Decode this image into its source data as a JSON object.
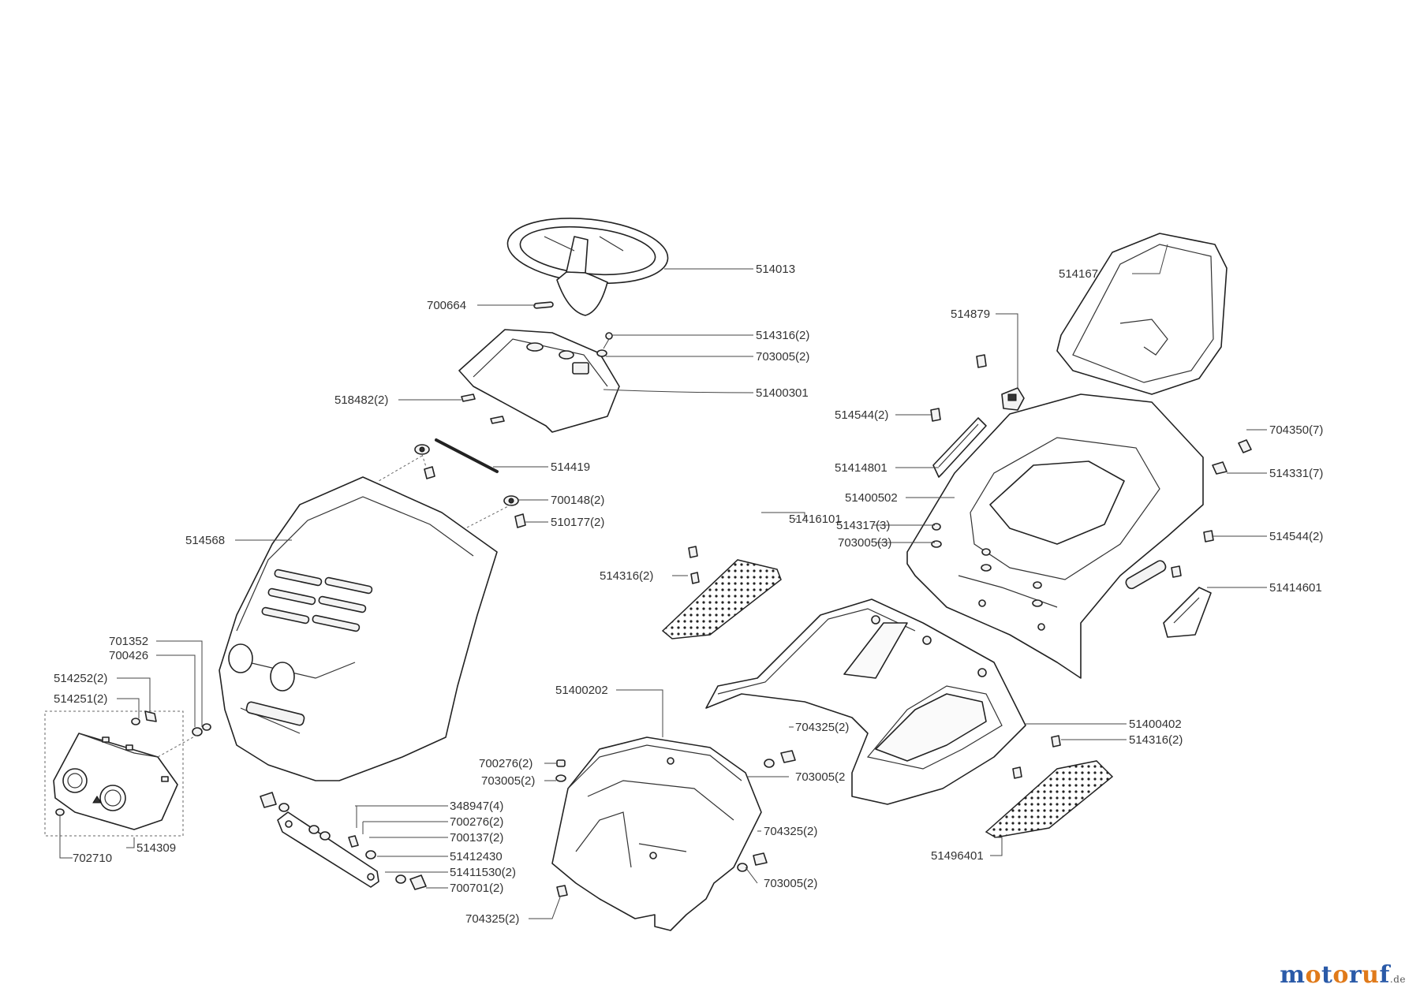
{
  "labels": [
    {
      "id": "514013",
      "text": "514013"
    },
    {
      "id": "700664",
      "text": "700664"
    },
    {
      "id": "514316-a",
      "text": "514316(2)"
    },
    {
      "id": "703005-a",
      "text": "703005(2)"
    },
    {
      "id": "518482",
      "text": "518482(2)"
    },
    {
      "id": "51400301",
      "text": "51400301"
    },
    {
      "id": "514419",
      "text": "514419"
    },
    {
      "id": "700148",
      "text": "700148(2)"
    },
    {
      "id": "510177",
      "text": "510177(2)"
    },
    {
      "id": "514568",
      "text": "514568"
    },
    {
      "id": "701352",
      "text": "701352"
    },
    {
      "id": "700426",
      "text": "700426"
    },
    {
      "id": "514252",
      "text": "514252(2)"
    },
    {
      "id": "514251",
      "text": "514251(2)"
    },
    {
      "id": "702710",
      "text": "702710"
    },
    {
      "id": "514309",
      "text": "514309"
    },
    {
      "id": "348947",
      "text": "348947(4)"
    },
    {
      "id": "700276-a",
      "text": "700276(2)"
    },
    {
      "id": "700137",
      "text": "700137(2)"
    },
    {
      "id": "51412430",
      "text": "51412430"
    },
    {
      "id": "51411530",
      "text": "51411530(2)"
    },
    {
      "id": "700701",
      "text": "700701(2)"
    },
    {
      "id": "51400202",
      "text": "51400202"
    },
    {
      "id": "700276-b",
      "text": "700276(2)"
    },
    {
      "id": "703005-b",
      "text": "703005(2)"
    },
    {
      "id": "704325-a",
      "text": "704325(2)"
    },
    {
      "id": "703005-c",
      "text": "703005(2"
    },
    {
      "id": "704325-b",
      "text": "704325(2)"
    },
    {
      "id": "703005-d",
      "text": "703005(2)"
    },
    {
      "id": "704325-c",
      "text": "704325(2)"
    },
    {
      "id": "514167",
      "text": "514167"
    },
    {
      "id": "514879",
      "text": "514879"
    },
    {
      "id": "514544-a",
      "text": "514544(2)"
    },
    {
      "id": "51414801",
      "text": "51414801"
    },
    {
      "id": "51400502",
      "text": "51400502"
    },
    {
      "id": "51416101",
      "text": "51416101"
    },
    {
      "id": "514317",
      "text": "514317(3)"
    },
    {
      "id": "703005-e",
      "text": "703005(3)"
    },
    {
      "id": "514316-b",
      "text": "514316(2)"
    },
    {
      "id": "704350",
      "text": "704350(7)"
    },
    {
      "id": "514331",
      "text": "514331(7)"
    },
    {
      "id": "514544-b",
      "text": "514544(2)"
    },
    {
      "id": "51414601",
      "text": "51414601"
    },
    {
      "id": "51400402",
      "text": "51400402"
    },
    {
      "id": "514316-c",
      "text": "514316(2)"
    },
    {
      "id": "51496401",
      "text": "51496401"
    }
  ],
  "logo": {
    "main": "motoruf",
    "suffix": ".de"
  },
  "colors": {
    "logo_letters": [
      "#2a5aa8",
      "#e07a1a",
      "#2a5aa8",
      "#e07a1a",
      "#2a5aa8",
      "#e07a1a",
      "#2a5aa8"
    ],
    "line": "#222222"
  }
}
